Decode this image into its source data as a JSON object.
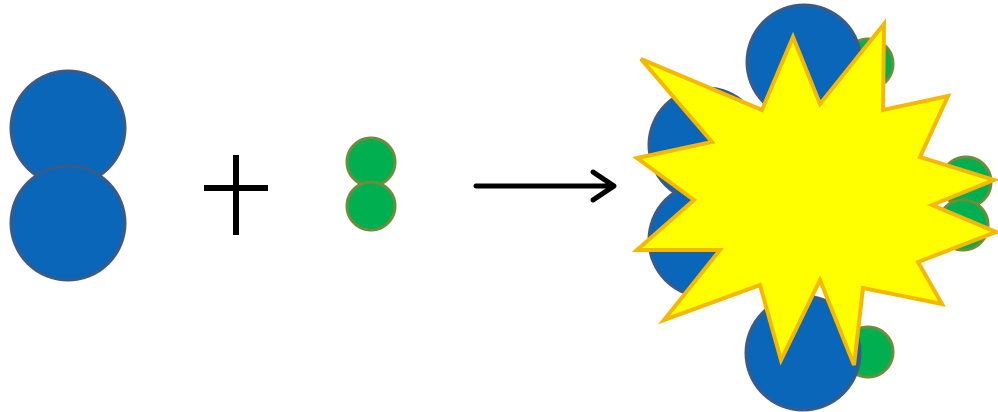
{
  "colors": {
    "large_atom_fill": "#0A66B8",
    "large_atom_stroke": "#3A5A8A",
    "small_atom_fill": "#00B050",
    "small_atom_stroke": "#6B8E3A",
    "operator": "#000000",
    "burst_fill": "#FFFF00",
    "burst_stroke": "#F5B800"
  },
  "diagram": {
    "operator_symbol": "+",
    "arrow": "reaction-arrow",
    "reactant_1": "diatomic-molecule-large",
    "reactant_2": "diatomic-molecule-small",
    "product": "explosion-burst"
  }
}
